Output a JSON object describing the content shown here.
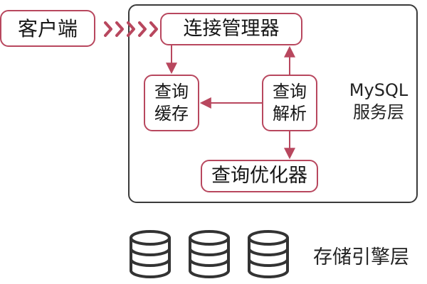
{
  "client": {
    "label": "客户端"
  },
  "server": {
    "label_line1": "MySQL",
    "label_line2": "服务层",
    "connection_manager": "连接管理器",
    "query_cache": {
      "line1": "查询",
      "line2": "缓存"
    },
    "query_parse": {
      "line1": "查询",
      "line2": "解析"
    },
    "query_optimizer": "查询优化器"
  },
  "storage": {
    "label": "存储引擎层",
    "database_icons": 3
  },
  "colors": {
    "accent": "#b8475e",
    "frame": "#3a3a3a",
    "text": "#1a1a1a"
  },
  "icons": {
    "client_to_server": "chevron-triple-icon",
    "storage": "database-icon"
  }
}
